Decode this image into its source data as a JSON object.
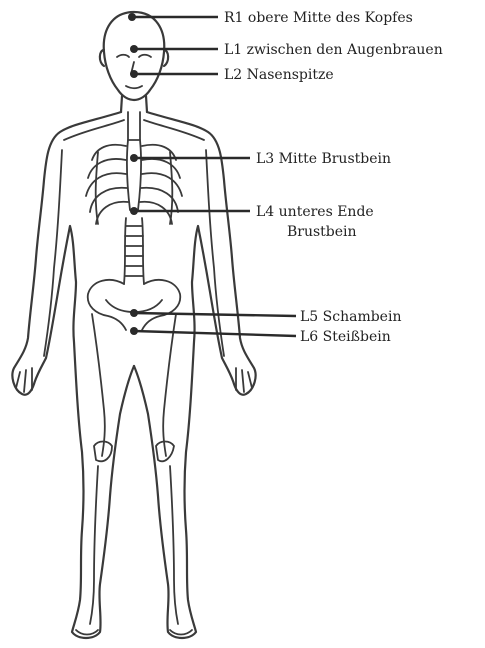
{
  "diagram": {
    "colors": {
      "ink": "#2a2a2a",
      "background": "#ffffff"
    },
    "points": [
      {
        "id": "R1",
        "text": "R1 obere Mitte des Kopfes"
      },
      {
        "id": "L1",
        "text": "L1 zwischen den Augenbrauen"
      },
      {
        "id": "L2",
        "text": "L2 Nasenspitze"
      },
      {
        "id": "L3",
        "text": "L3 Mitte Brustbein"
      },
      {
        "id": "L4",
        "text_line1": "L4 unteres Ende",
        "text_line2": "Brustbein"
      },
      {
        "id": "L5",
        "text": "L5 Schambein"
      },
      {
        "id": "L6",
        "text": "L6 Steißbein"
      }
    ]
  }
}
